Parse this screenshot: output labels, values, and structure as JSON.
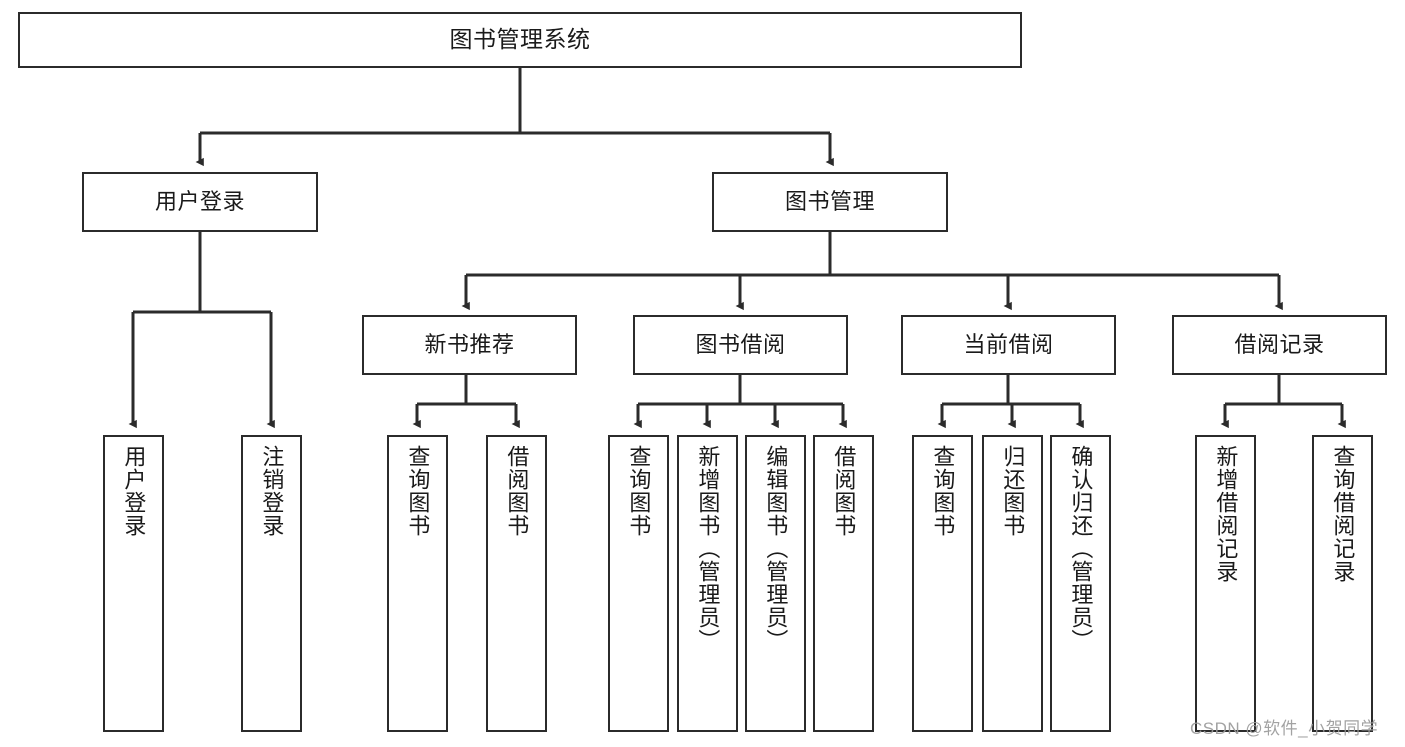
{
  "diagram": {
    "type": "tree-hierarchy",
    "title": "图书管理系统",
    "root": {
      "id": "root",
      "label": "图书管理系统"
    },
    "level1": [
      {
        "id": "user-login",
        "label": "用户登录"
      },
      {
        "id": "book-manage",
        "label": "图书管理"
      }
    ],
    "level2": [
      {
        "id": "new-book-rec",
        "label": "新书推荐",
        "parent": "book-manage"
      },
      {
        "id": "book-borrow",
        "label": "图书借阅",
        "parent": "book-manage"
      },
      {
        "id": "current-borrow",
        "label": "当前借阅",
        "parent": "book-manage"
      },
      {
        "id": "borrow-record",
        "label": "借阅记录",
        "parent": "book-manage"
      }
    ],
    "leaves": [
      {
        "id": "leaf-user-login",
        "label": "用户登录",
        "parent": "user-login"
      },
      {
        "id": "leaf-logout",
        "label": "注销登录",
        "parent": "user-login"
      },
      {
        "id": "leaf-query-book-1",
        "label": "查询图书",
        "parent": "new-book-rec"
      },
      {
        "id": "leaf-borrow-book-1",
        "label": "借阅图书",
        "parent": "new-book-rec"
      },
      {
        "id": "leaf-query-book-2",
        "label": "查询图书",
        "parent": "book-borrow"
      },
      {
        "id": "leaf-add-book",
        "label": "新增图书（管理员）",
        "parent": "book-borrow"
      },
      {
        "id": "leaf-edit-book",
        "label": "编辑图书（管理员）",
        "parent": "book-borrow"
      },
      {
        "id": "leaf-borrow-book-2",
        "label": "借阅图书",
        "parent": "book-borrow"
      },
      {
        "id": "leaf-query-book-3",
        "label": "查询图书",
        "parent": "current-borrow"
      },
      {
        "id": "leaf-return-book",
        "label": "归还图书",
        "parent": "current-borrow"
      },
      {
        "id": "leaf-confirm-return",
        "label": "确认归还（管理员）",
        "parent": "current-borrow"
      },
      {
        "id": "leaf-add-record",
        "label": "新增借阅记录",
        "parent": "borrow-record"
      },
      {
        "id": "leaf-query-record",
        "label": "查询借阅记录",
        "parent": "borrow-record"
      }
    ],
    "colors": {
      "stroke": "#2b2b2b",
      "fill": "#ffffff",
      "text": "#1a1a1a",
      "watermark": "#9b9b9b"
    }
  },
  "watermark": {
    "text": "CSDN @软件_小贺同学"
  }
}
